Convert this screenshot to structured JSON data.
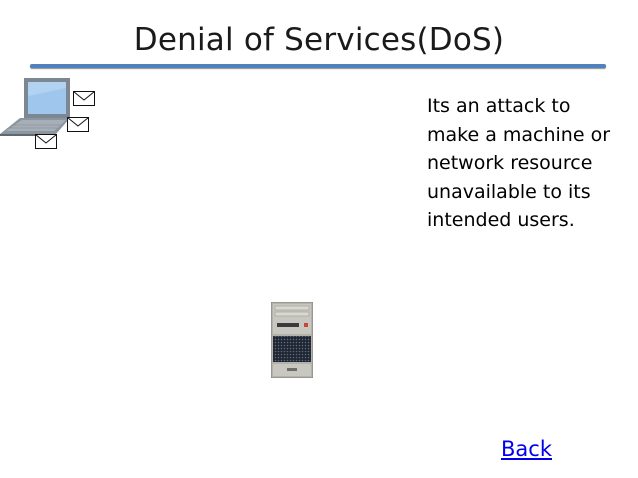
{
  "slide": {
    "title": "Denial of Services(DoS)",
    "body_lines": [
      "Its an attack to",
      "make a machine or",
      "network resource",
      "unavailable to its",
      "intended users."
    ],
    "back_link": "Back"
  },
  "icons": [
    "laptop-icon",
    "envelope-icon",
    "envelope-icon",
    "envelope-icon",
    "server-icon"
  ],
  "colors": {
    "title_rule": "#4f81bd",
    "link": "#0000ee",
    "laptop_screen": "#9fc6ec",
    "laptop_body": "#7c8791"
  }
}
